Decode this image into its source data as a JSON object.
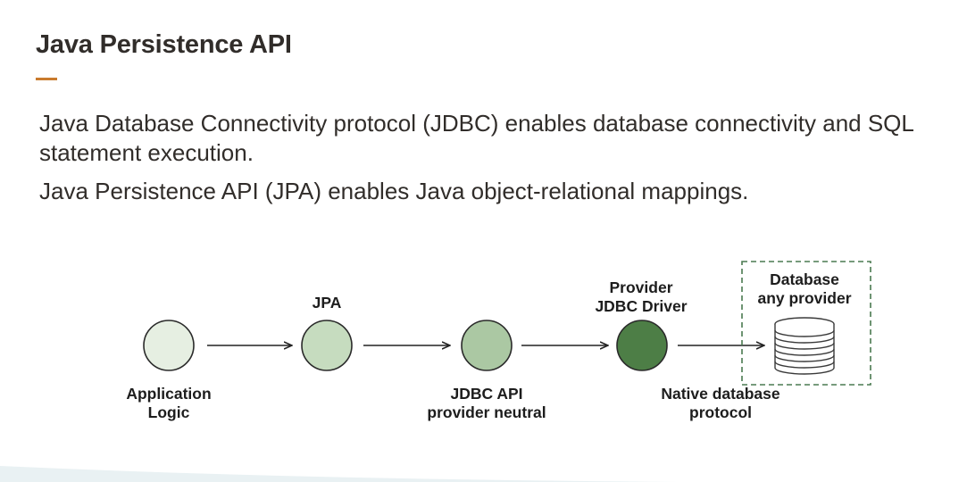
{
  "slide": {
    "title": "Java Persistence API",
    "bullets": [
      "Java Database Connectivity protocol (JDBC) enables database connectivity and SQL statement execution.",
      "Java Persistence API (JPA) enables Java object-relational mappings."
    ]
  },
  "diagram": {
    "nodes": [
      {
        "id": "application",
        "label_below": [
          "Application",
          "Logic"
        ],
        "label_above": [],
        "fill": "#e6efe2"
      },
      {
        "id": "jpa",
        "label_above": [
          "JPA"
        ],
        "label_below": [],
        "fill": "#c6dcbf"
      },
      {
        "id": "jdbc-api",
        "label_above": [],
        "label_below": [
          "JDBC API",
          "provider neutral"
        ],
        "fill": "#abc8a3"
      },
      {
        "id": "jdbc-driver",
        "label_above": [
          "Provider",
          "JDBC Driver"
        ],
        "label_below": [],
        "fill": "#4d7e46"
      }
    ],
    "database": {
      "label": [
        "Database",
        "any provider"
      ],
      "connection_label": [
        "Native database",
        "protocol"
      ]
    },
    "colors": {
      "node_stroke": "#2a2a2a",
      "arrow": "#222222",
      "dashed_border": "#4a7a50",
      "accent": "#c97b2e"
    }
  }
}
